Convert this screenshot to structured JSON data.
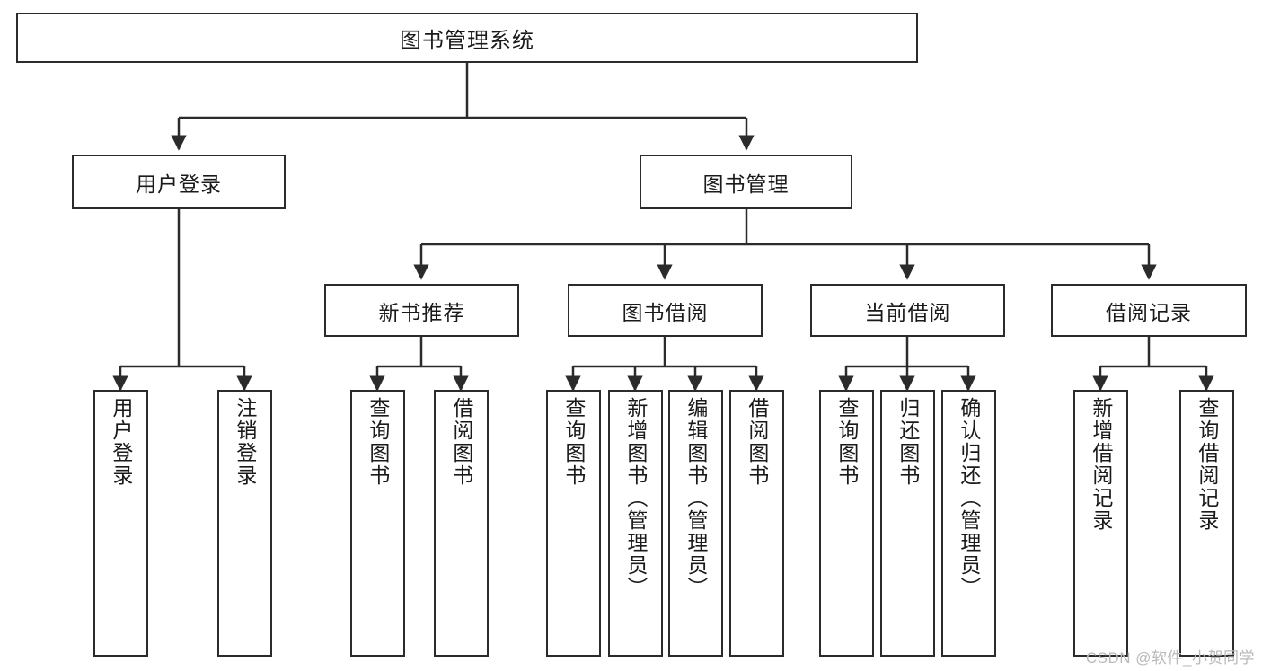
{
  "diagram": {
    "title": "图书管理系统",
    "watermark": "CSDN @软件_小贺同学",
    "colors": {
      "stroke": "#2b2b2b",
      "fill": "#ffffff",
      "text": "#1a1a1a",
      "watermark": "#b9b9b9"
    },
    "root": {
      "label": "图书管理系统"
    },
    "level2": [
      {
        "label": "用户登录"
      },
      {
        "label": "图书管理"
      }
    ],
    "level3": [
      {
        "label": "新书推荐"
      },
      {
        "label": "图书借阅"
      },
      {
        "label": "当前借阅"
      },
      {
        "label": "借阅记录"
      }
    ],
    "leaves": [
      {
        "label": "用户登录",
        "parent": "用户登录"
      },
      {
        "label": "注销登录",
        "parent": "用户登录"
      },
      {
        "label": "查询图书",
        "parent": "新书推荐"
      },
      {
        "label": "借阅图书",
        "parent": "新书推荐"
      },
      {
        "label": "查询图书",
        "parent": "图书借阅"
      },
      {
        "label": "新增图书（管理员）",
        "parent": "图书借阅"
      },
      {
        "label": "编辑图书（管理员）",
        "parent": "图书借阅"
      },
      {
        "label": "借阅图书",
        "parent": "图书借阅"
      },
      {
        "label": "查询图书",
        "parent": "当前借阅"
      },
      {
        "label": "归还图书",
        "parent": "当前借阅"
      },
      {
        "label": "确认归还（管理员）",
        "parent": "当前借阅"
      },
      {
        "label": "新增借阅记录",
        "parent": "借阅记录"
      },
      {
        "label": "查询借阅记录",
        "parent": "借阅记录"
      }
    ]
  }
}
